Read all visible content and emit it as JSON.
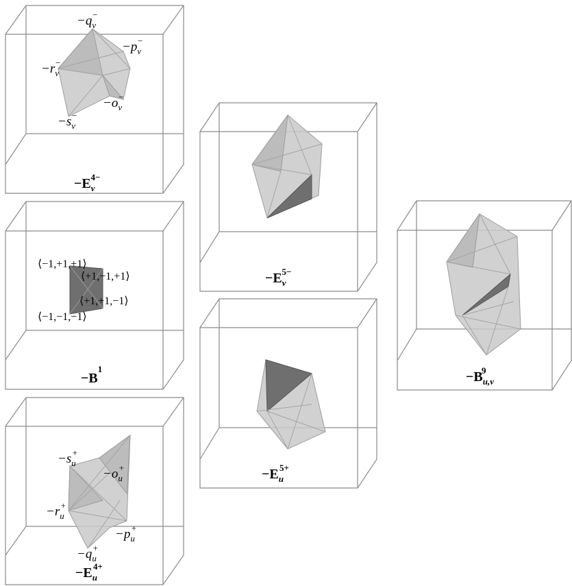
{
  "panels": {
    "ev4m": {
      "vertices": [
        {
          "base": "−q",
          "sub": "v",
          "sup": "−"
        },
        {
          "base": "−p",
          "sub": "v",
          "sup": "−"
        },
        {
          "base": "−r",
          "sub": "v",
          "sup": "−"
        },
        {
          "base": "−o",
          "sub": "v",
          "sup": "−"
        },
        {
          "base": "−s",
          "sub": "v",
          "sup": "−"
        }
      ],
      "caption": {
        "base": "−E",
        "sub": "v",
        "sup": "4−"
      }
    },
    "b1": {
      "coords": [
        "⟨−1,+1,+1⟩",
        "⟨+1,−1,+1⟩",
        "⟨+1,+1,−1⟩",
        "⟨−1,−1,−1⟩"
      ],
      "caption": {
        "base": "−B",
        "sub": "",
        "sup": "1"
      }
    },
    "eu4p": {
      "vertices": [
        {
          "base": "−s",
          "sub": "u",
          "sup": "+"
        },
        {
          "base": "−o",
          "sub": "u",
          "sup": "+"
        },
        {
          "base": "−r",
          "sub": "u",
          "sup": "+"
        },
        {
          "base": "−p",
          "sub": "u",
          "sup": "+"
        },
        {
          "base": "−q",
          "sub": "u",
          "sup": "+"
        }
      ],
      "caption": {
        "base": "−E",
        "sub": "u",
        "sup": "4+"
      }
    },
    "ev5m": {
      "caption": {
        "base": "−E",
        "sub": "v",
        "sup": "5−"
      }
    },
    "eu5p": {
      "caption": {
        "base": "−E",
        "sub": "u",
        "sup": "5+"
      }
    },
    "b9": {
      "caption": {
        "base": "−B",
        "sub": "u,v",
        "sup": "9"
      }
    }
  }
}
